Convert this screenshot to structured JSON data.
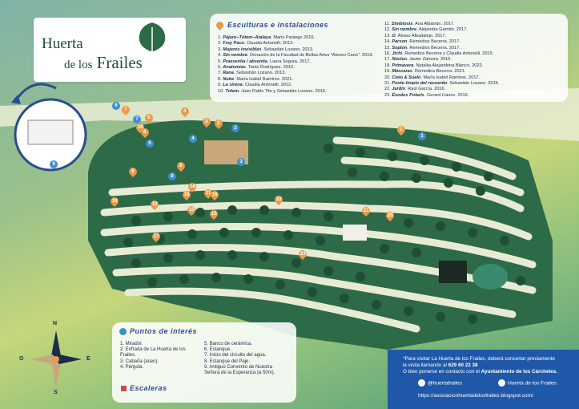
{
  "logo": {
    "line1": "Huerta",
    "line2_prefix": "de los",
    "line2_main": "Frailes"
  },
  "esculturas": {
    "title": "Esculturas e instalaciones",
    "items": [
      {
        "num": "1.",
        "name": "Pájaro–Tótem–Atalaya",
        "author": ". Mario Paniego 2016."
      },
      {
        "num": "2.",
        "name": "Fray Paco",
        "author": ". Claudia Antonelli. 2013."
      },
      {
        "num": "3.",
        "name": "Mujeres invisibles",
        "author": ". Sebastián Lozano. 2013."
      },
      {
        "num": "4.",
        "name": "Sin nombre",
        "author": ". Donación de la Facultad de Bellas Artes \"Alonso Cano\". 2019."
      },
      {
        "num": "5.",
        "name": "Praesentia / absentia",
        "author": ". Laura Segura. 2017."
      },
      {
        "num": "6.",
        "name": "Anatomías",
        "author": ". Tania Rodríguez. 2016."
      },
      {
        "num": "7.",
        "name": "Rana",
        "author": ". Sebastián Lozano. 2013."
      },
      {
        "num": "8.",
        "name": "Nube",
        "author": ". María Isabel Ramírez. 2021."
      },
      {
        "num": "9.",
        "name": "La sirena",
        "author": ". Claudia Antonelli. 2012."
      },
      {
        "num": "10.",
        "name": "Tótem",
        "author": ". Juan Pablo Tito y Sebastián Lozano. 2016."
      },
      {
        "num": "11.",
        "name": "Simbiosis",
        "author": ". Ana Albarrán. 2017."
      },
      {
        "num": "12.",
        "name": "Sin nombre",
        "author": ". Alejandra Garrido. 2017."
      },
      {
        "num": "13.",
        "name": "O",
        "author": ". Álvaro Albadalejo. 2017."
      },
      {
        "num": "14.",
        "name": "Parson",
        "author": ". Remedios Becerra. 2017."
      },
      {
        "num": "15.",
        "name": "Soplón",
        "author": ". Remedios Becerra. 2017."
      },
      {
        "num": "16.",
        "name": "Jichi",
        "author": ". Remedios Becerra y Claudia Antonelli. 2019."
      },
      {
        "num": "17.",
        "name": "Núcleo",
        "author": ". Javier Zamora. 2016."
      },
      {
        "num": "18.",
        "name": "Primavera",
        "author": ". Nataliia Alejandrina Blanco. 2022."
      },
      {
        "num": "19.",
        "name": "Máscaras",
        "author": ". Remedios Becerra. 2021."
      },
      {
        "num": "20.",
        "name": "Cielo & Suelo",
        "author": ". María Isabel Ramírez. 2017."
      },
      {
        "num": "21.",
        "name": "Punto limpio del recuerdo",
        "author": ". Sebastián Lozano. 2016."
      },
      {
        "num": "22.",
        "name": "Jardín",
        "author": ". Raúl García. 2016."
      },
      {
        "num": "23.",
        "name": "Éxodos Polaris",
        "author": ". Gerard Llanes. 2016."
      }
    ]
  },
  "puntos": {
    "title": "Puntos de interés",
    "items": [
      "1. Mirador.",
      "2. Enfrada de La Huerta de los",
      "Frailes.",
      "3. Cabaña (aseo).",
      "4. Pérgola.",
      "5. Banco de cerámica.",
      "6. Estanque.",
      "7. Inicio del circuito del agua.",
      "8. Estanque del Paje.",
      "9. Antiguo Convento de Nuestra",
      "Señora de la Esperanza (a 50m)."
    ],
    "escaleras": "Escaleras"
  },
  "visit": {
    "line1": "*Para visitar La Huerta de los Frailes, deberá concertar previamente",
    "line2_prefix": "la visita llamando al",
    "phone": "629 60 22 38",
    "line3_prefix": "O bien ponerse en contacto con el",
    "line3_strong": "Ayuntamiento de los Cárcheles.",
    "instagram": "@huertafrailes",
    "facebook": "Huerta de los Frailes",
    "url": "https://asociacionhuertadelosfrailes.blogspot.com/"
  },
  "compass": {
    "n": "N",
    "s": "S",
    "e": "E",
    "o": "O"
  },
  "markers": {
    "blue": [
      "1",
      "2",
      "3",
      "4",
      "5",
      "6",
      "7",
      "8",
      "9"
    ],
    "orange": [
      "1",
      "2",
      "3",
      "4",
      "5",
      "6",
      "7",
      "8",
      "9",
      "10",
      "11",
      "12",
      "13",
      "14",
      "15",
      "16",
      "17",
      "18",
      "19",
      "20",
      "21",
      "22",
      "23"
    ]
  },
  "colors": {
    "accent": "#2a4d8c",
    "orange_pin": "#e89b4a",
    "blue_dot": "#3c8fd0",
    "visit_bg": "#1f58a8",
    "stairs": "#c0504d"
  }
}
